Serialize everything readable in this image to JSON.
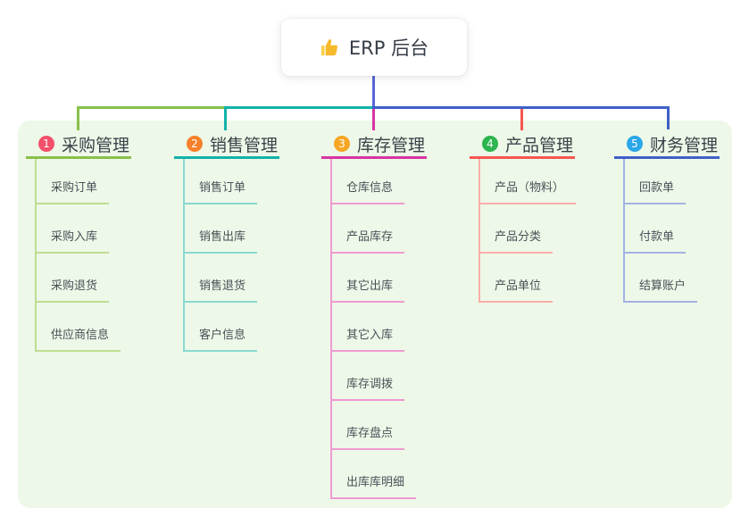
{
  "root": {
    "title": "ERP 后台",
    "icon": "thumbs-up"
  },
  "panel": {
    "bg": "#edf8e8"
  },
  "connectors": {
    "root_color": "#5767d6"
  },
  "branches": [
    {
      "index": "1",
      "title": "采购管理",
      "badge_color": "#f3506b",
      "line_color": "#89c04a",
      "child_line_color": "#bedd92",
      "children": [
        "采购订单",
        "采购入库",
        "采购退货",
        "供应商信息"
      ]
    },
    {
      "index": "2",
      "title": "销售管理",
      "badge_color": "#f6812c",
      "line_color": "#12b2a9",
      "child_line_color": "#8ad8d2",
      "children": [
        "销售订单",
        "销售出库",
        "销售退货",
        "客户信息"
      ]
    },
    {
      "index": "3",
      "title": "库存管理",
      "badge_color": "#f7a624",
      "line_color": "#d735a2",
      "child_line_color": "#f09ad2",
      "children": [
        "仓库信息",
        "产品库存",
        "其它出库",
        "其它入库",
        "库存调拨",
        "库存盘点",
        "出库库明细"
      ]
    },
    {
      "index": "4",
      "title": "产品管理",
      "badge_color": "#2db54f",
      "line_color": "#f65750",
      "child_line_color": "#fbada8",
      "children": [
        "产品（物料）",
        "产品分类",
        "产品单位"
      ]
    },
    {
      "index": "5",
      "title": "财务管理",
      "badge_color": "#2aa7e8",
      "line_color": "#3f60c8",
      "child_line_color": "#a3b2e4",
      "children": [
        "回款单",
        "付款单",
        "结算账户"
      ]
    }
  ]
}
